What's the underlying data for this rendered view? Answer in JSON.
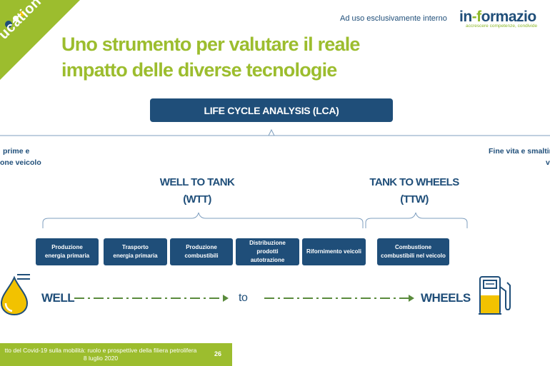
{
  "header": {
    "corner_label": "ucation",
    "internal_note": "Ad uso esclusivamente interno",
    "brand_pre": "in",
    "brand_mark": "-f",
    "brand_post": "ormazio",
    "brand_tagline": "accrescere competenze, condivide"
  },
  "title": {
    "line1": "Uno strumento per valutare il reale",
    "line2": "impatto delle diverse tecnologie"
  },
  "lca": {
    "label": "LIFE CYCLE ANALYSIS (LCA)"
  },
  "side_left": {
    "line1": "prime e",
    "line2": "one veicolo"
  },
  "side_right": {
    "line1": "Fine vita e smaltin",
    "line2": "ve"
  },
  "groups": {
    "wtt_line1": "WELL TO TANK",
    "wtt_line2": "(WTT)",
    "ttw_line1": "TANK TO WHEELS",
    "ttw_line2": "(TTW)"
  },
  "steps": [
    {
      "line1": "Produzione",
      "line2": "energia primaria"
    },
    {
      "line1": "Trasporto",
      "line2": "energia primaria"
    },
    {
      "line1": "Produzione",
      "line2": "combustibili"
    },
    {
      "line1": "Distribuzione prodotti",
      "line2": "autotrazione"
    },
    {
      "line1": "Rifornimento veicoli",
      "line2": ""
    },
    {
      "line1": "Combustione",
      "line2": "combustibili nel veicolo"
    }
  ],
  "flow": {
    "start": "WELL",
    "middle": "to",
    "end": "WHEELS"
  },
  "footer": {
    "line1": "tto del Covid-19 sulla mobilità: ruolo e prospettive della filiera petrolifera",
    "line2": "8 luglio 2020",
    "page_number": "26"
  },
  "colors": {
    "navy": "#1f4e79",
    "green": "#9cbd2e",
    "yellow": "#f2c200"
  },
  "icons": [
    "oil-drop-icon",
    "fuel-pump-icon",
    "dots-icon"
  ]
}
